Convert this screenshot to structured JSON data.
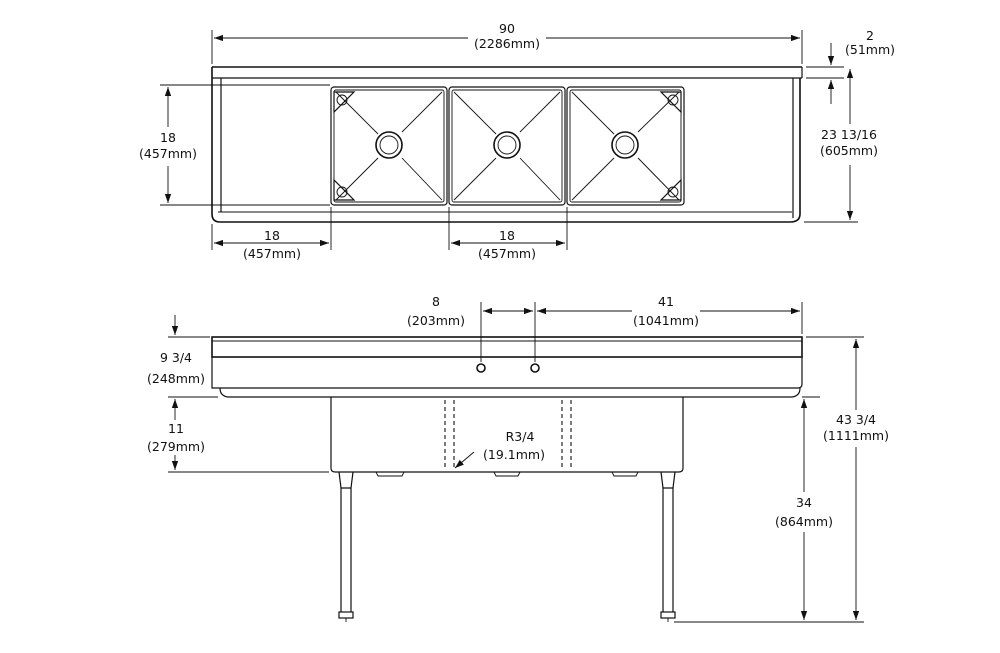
{
  "top_view": {
    "overall_length": {
      "value": "90",
      "metric": "(2286mm)"
    },
    "backsplash": {
      "value": "2",
      "metric": "(51mm)"
    },
    "front_to_back": {
      "value": "18",
      "metric": "(457mm)"
    },
    "overall_depth": {
      "value": "23 13/16",
      "metric": "(605mm)"
    },
    "drainboard": {
      "value": "18",
      "metric": "(457mm)"
    },
    "bowl_width": {
      "value": "18",
      "metric": "(457mm)"
    }
  },
  "front_view": {
    "faucet_spacing": {
      "value": "8",
      "metric": "(203mm)"
    },
    "faucet_offset": {
      "value": "41",
      "metric": "(1041mm)"
    },
    "splash_height": {
      "value": "9 3/4",
      "metric": "(248mm)"
    },
    "bowl_depth": {
      "value": "11",
      "metric": "(279mm)"
    },
    "corner_radius": {
      "value": "R3/4",
      "metric": "(19.1mm)"
    },
    "overall_height": {
      "value": "43 3/4",
      "metric": "(1111mm)"
    },
    "work_height": {
      "value": "34",
      "metric": "(864mm)"
    }
  }
}
